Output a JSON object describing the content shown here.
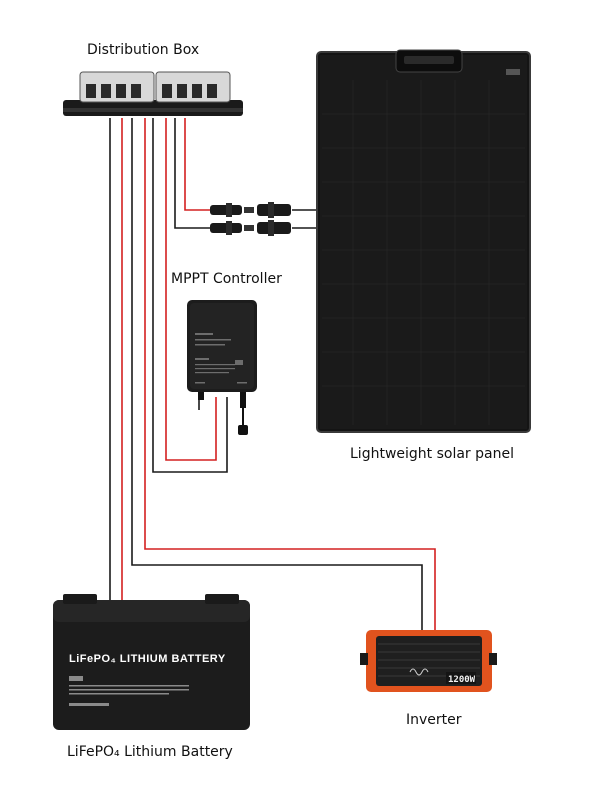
{
  "labels": {
    "distribution_box": "Distribution Box",
    "mppt_controller": "MPPT Controller",
    "solar_panel": "Lightweight solar panel",
    "battery": "LiFePO₄ Lithium Battery",
    "inverter": "Inverter"
  },
  "battery_face": {
    "title": "LiFePO₄ LITHIUM BATTERY"
  },
  "inverter_face": {
    "power": "1200W"
  },
  "colors": {
    "wire_positive": "#d32020",
    "wire_negative": "#1a1a1a",
    "inverter_case": "#e1531e",
    "device_body": "#1c1c1c",
    "panel_surface": "#141414"
  }
}
